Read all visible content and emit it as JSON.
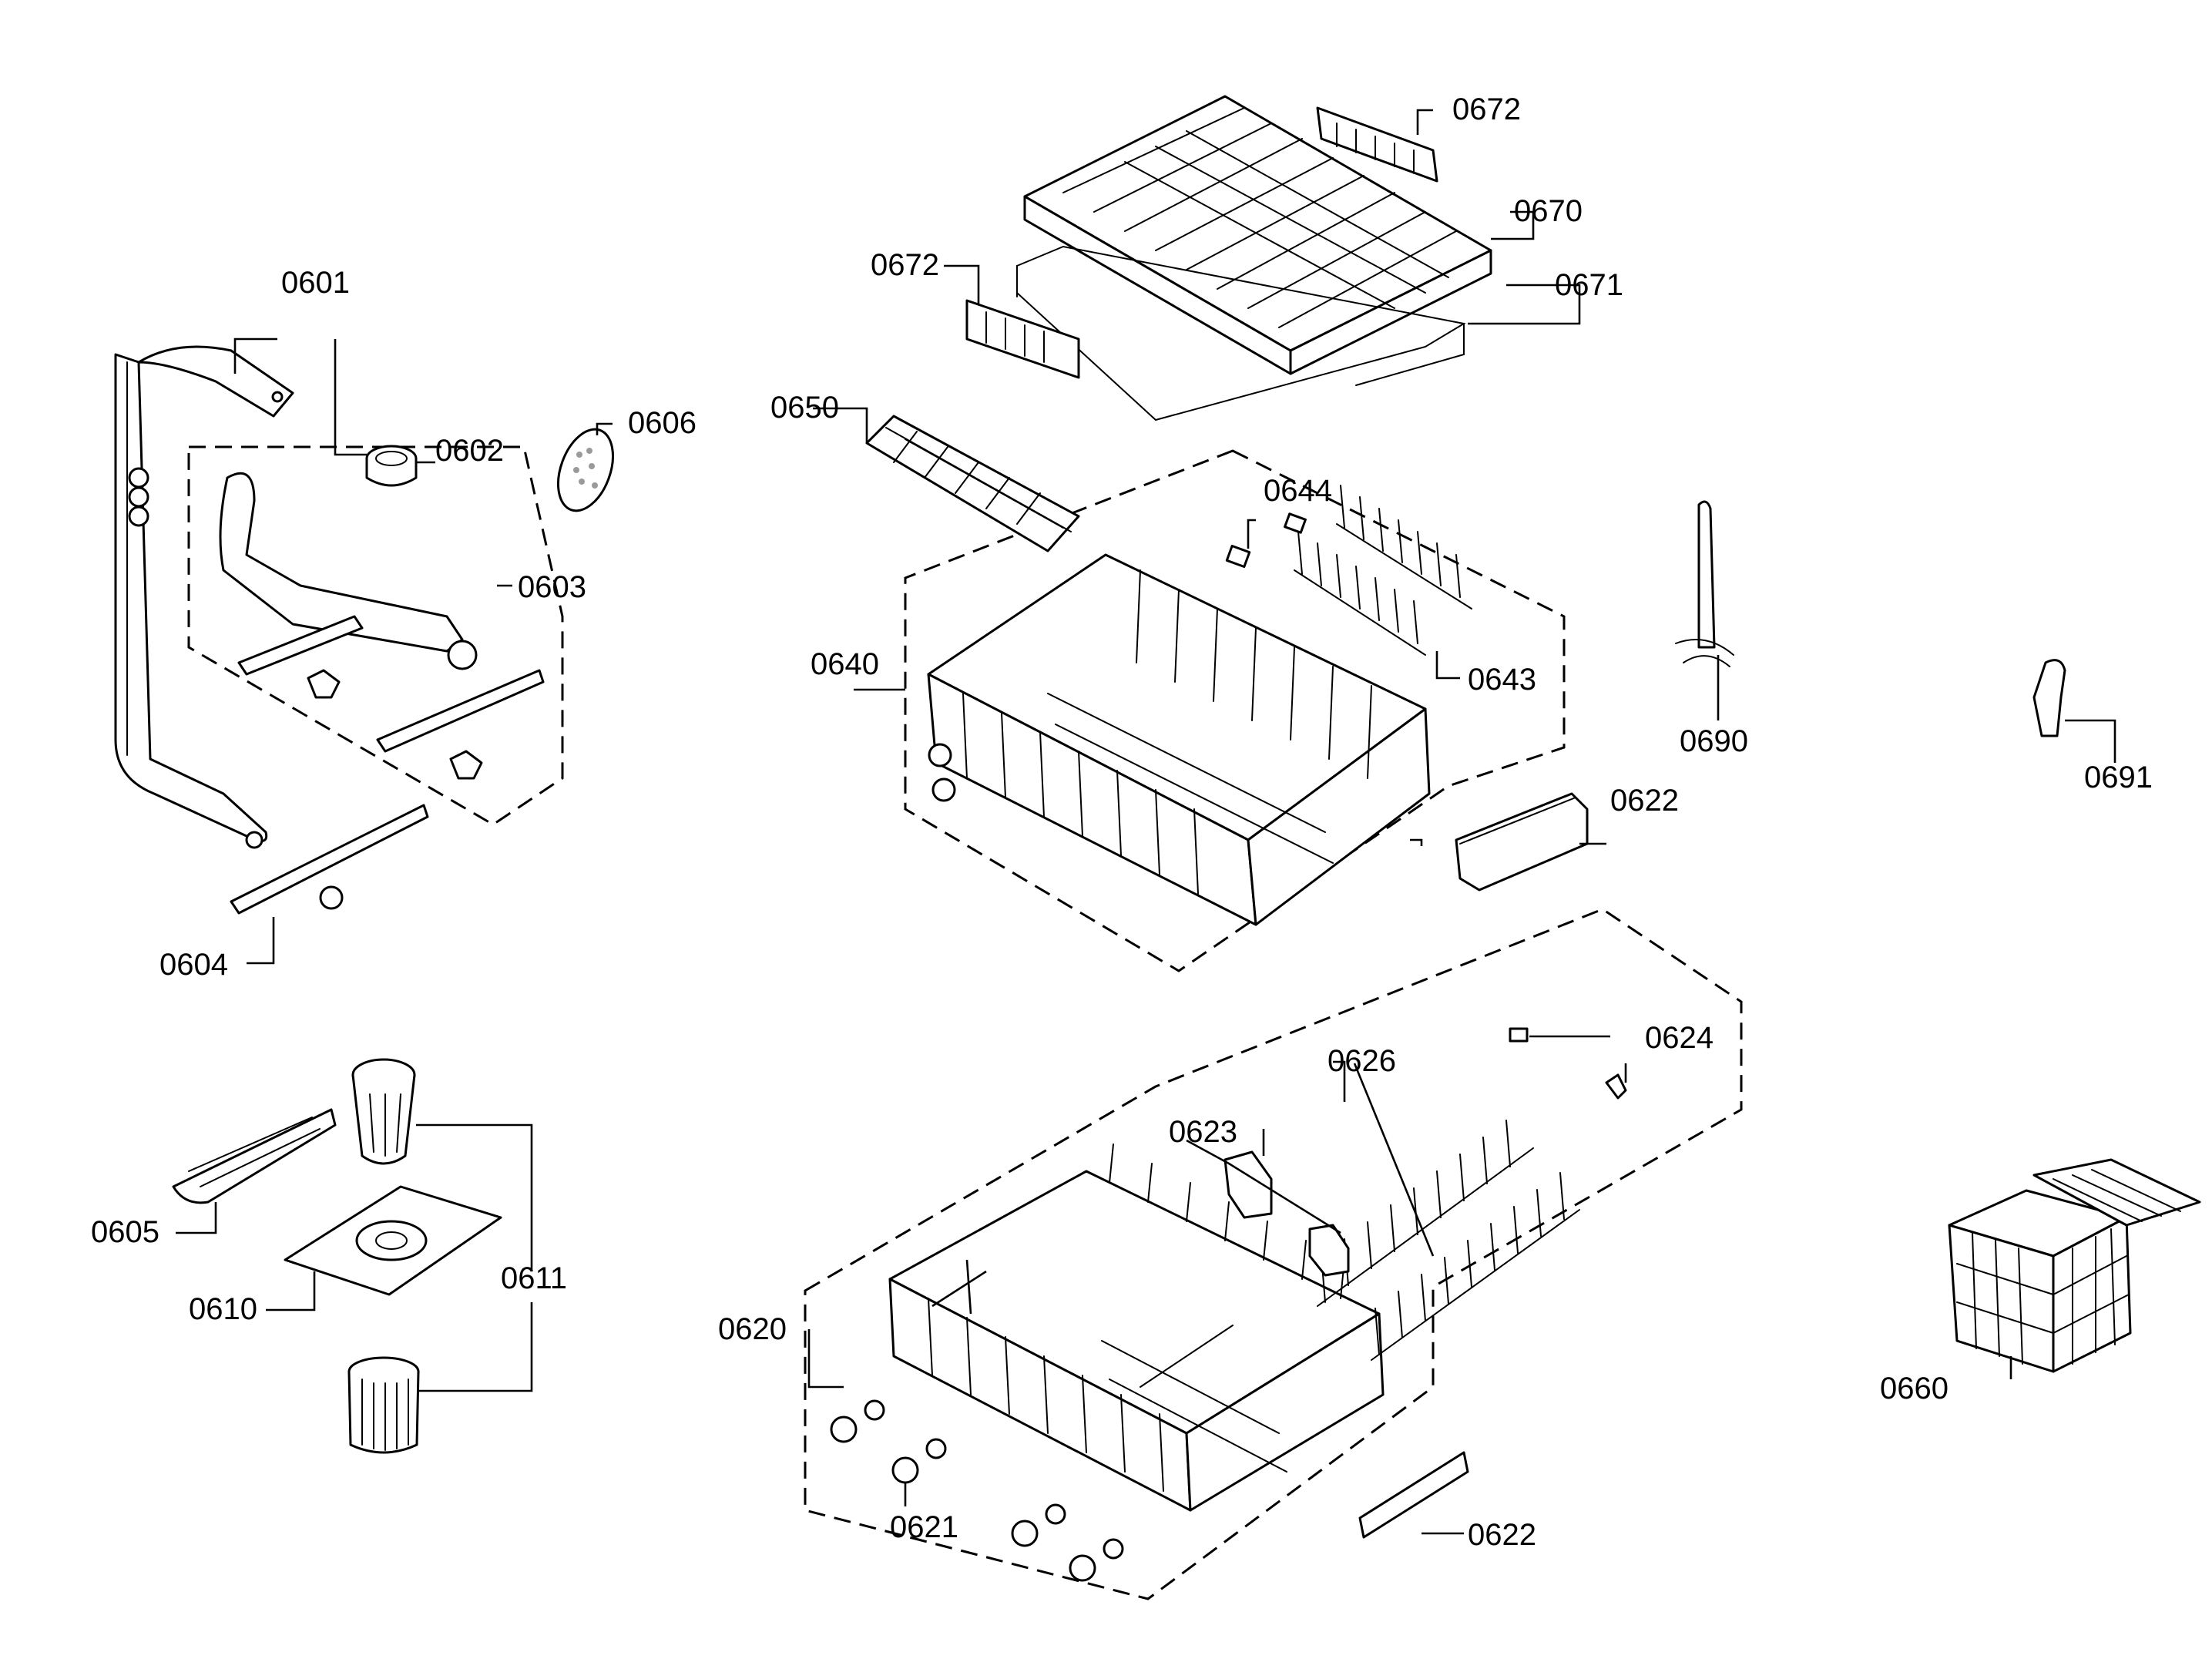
{
  "parts": {
    "p0601": "0601",
    "p0602": "0602",
    "p0603": "0603",
    "p0604": "0604",
    "p0605": "0605",
    "p0606": "0606",
    "p0610": "0610",
    "p0611": "0611",
    "p0620": "0620",
    "p0621": "0621",
    "p0622_upper": "0622",
    "p0622_lower": "0622",
    "p0623": "0623",
    "p0624": "0624",
    "p0626": "0626",
    "p0640": "0640",
    "p0643": "0643",
    "p0644": "0644",
    "p0650": "0650",
    "p0660": "0660",
    "p0670": "0670",
    "p0671": "0671",
    "p0672_top": "0672",
    "p0672_left": "0672",
    "p0690": "0690",
    "p0691": "0691"
  }
}
